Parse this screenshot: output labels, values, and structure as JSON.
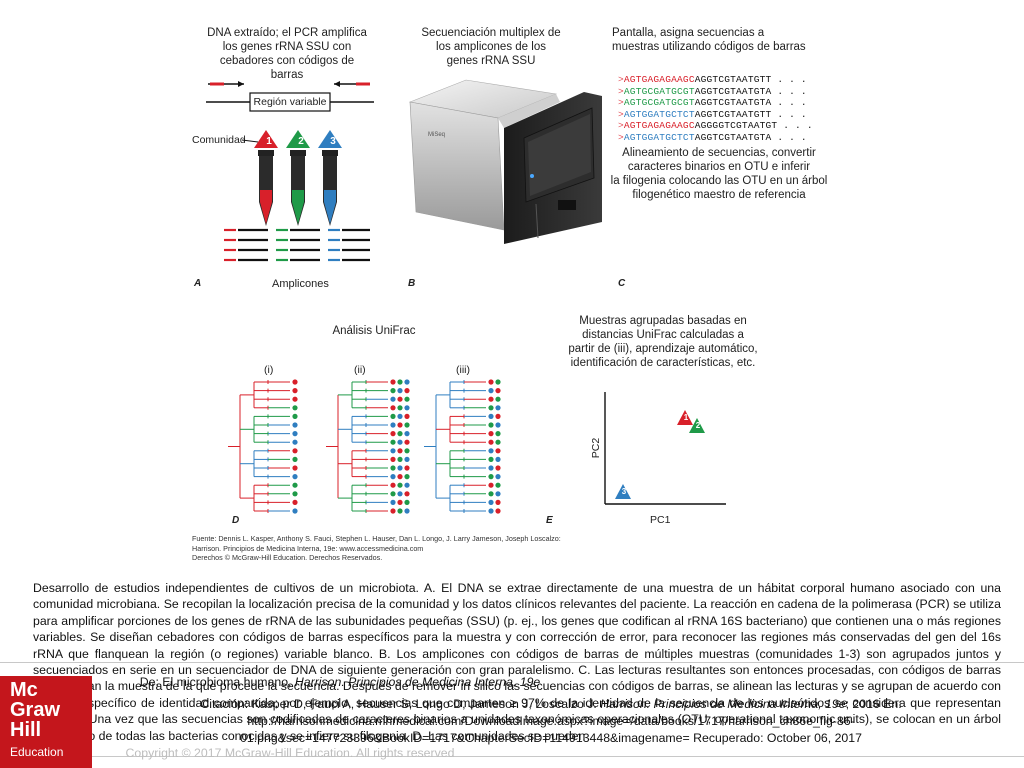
{
  "figure": {
    "panel_a": {
      "title": [
        "DNA extraído; el PCR amplifica",
        "los genes rRNA SSU con",
        "cebadores con códigos de barras"
      ],
      "region_label": "Región variable",
      "community_label": "Comunidad",
      "tube_numbers": [
        "1",
        "2",
        "3"
      ],
      "amplicons_label": "Amplicones",
      "letter": "A"
    },
    "panel_b": {
      "title": [
        "Secuenciación multiplex de",
        "los amplicones de los",
        "genes rRNA SSU"
      ],
      "device_brand": "MiSeq",
      "letter": "B"
    },
    "panel_c": {
      "title": [
        "Pantalla, asigna secuencias a",
        "muestras utilizando códigos de barras"
      ],
      "sequences": [
        {
          "barcode": "AGTGAGAGAAGC",
          "rest": "AGGTCGTAATGTT . . .",
          "color": "red"
        },
        {
          "barcode": "AGTGCGATGCGT",
          "rest": "AGGTCGTAATGTA . . .",
          "color": "green"
        },
        {
          "barcode": "AGTGCGATGCGT",
          "rest": "AGGTCGTAATGTA . . .",
          "color": "green"
        },
        {
          "barcode": "AGTGGATGCTCT",
          "rest": "AGGTCGTAATGTT . . .",
          "color": "blue"
        },
        {
          "barcode": "AGTGAGAGAAGC",
          "rest": "AGGGGTCGTAATGT . . .",
          "color": "red"
        },
        {
          "barcode": "AGTGGATGCTCT",
          "rest": "AGGTCGTAATGTA . . .",
          "color": "blue"
        }
      ],
      "note": [
        "Alineamiento de secuencias, convertir",
        "caracteres binarios en OTU e inferir",
        "la filogenia colocando las OTU en un árbol",
        "filogenético maestro de referencia"
      ],
      "letter": "C"
    },
    "panel_d": {
      "title": "Análisis UniFrac",
      "trees": [
        "(i)",
        "(ii)",
        "(iii)"
      ],
      "letter": "D"
    },
    "panel_e": {
      "title": [
        "Muestras agrupadas basadas en",
        "distancias UniFrac calculadas a",
        "partir de (iii), aprendizaje automático,",
        "identificación de características, etc."
      ],
      "ylabel": "PC2",
      "xlabel": "PC1",
      "points": [
        "1",
        "2",
        "3"
      ],
      "letter": "E"
    },
    "source": [
      "Fuente: Dennis L. Kasper, Anthony S. Fauci, Stephen L. Hauser, Dan L. Longo, J. Larry Jameson, Joseph Loscalzo:",
      "Harrison. Principios de Medicina Interna, 19e: www.accessmedicina.com",
      "Derechos © McGraw-Hill Education. Derechos Reservados."
    ]
  },
  "description": "Desarrollo de estudios independientes de cultivos de un microbiota. A. El DNA se extrae directamente de una muestra de un hábitat corporal humano asociado con una comunidad microbiana. Se recopilan la localización precisa de la comunidad y los datos clínicos relevantes del paciente. La reacción en cadena de la polimerasa (PCR) se utiliza para amplificar porciones de los genes de rRNA de las subunidades pequeñas (SSU) (p. ej., los genes que codifican al rRNA 16S bacteriano) que contienen una o más regiones variables. Se diseñan cebadores con códigos de barras específicos para la muestra y con corrección de error, para reconocer las regiones más conservadas del gen del 16s rRNA que flanquean la región (o regiones) variable blanco. B. Los amplicones con códigos de barras de múltiples muestras (comunidades 1-3) son agrupados juntos y secuenciados en serie en un secuenciador de DNA de siguiente generación con gran paralelismo. C. Las lecturas resultantes son entonces procesadas, con códigos de barras que denotan la muestra de la que procede la secuencia. Después de remover in silico las secuencias con códigos de barras, se alinean las lecturas y se agrupan de acuerdo con un nivel específico de identidad compartida; por ejemplo, secuencias que comparten ≥ 97% de la identidad de la secuencia de los nucleótidos se considera que representan especies. Una vez que las secuencias son codificadas de caracteres binarios a unidades taxonómicas operacionales (OTU, operational taxonomic units), se colocan en un árbol filogenético de todas las bacterias conocidas y se infiere su filogenia. D. Las comunidades se pueden",
  "citation": {
    "from_prefix": "De: El microbioma humano, ",
    "from_book": "Harrison. Principios de Medicina Interna, 19e",
    "line2_prefix": "Citación: Kasper D, Fauci A, Hauser S, Longo D, Jameson J, Loscalzo J. ",
    "line2_book": "Harrison. Principios de Medicina Interna, 19e",
    "line2_suffix": "; 2016 En:",
    "line3": "http://harrisonmedicina.mhmedical.com/DownloadImage.aspx?image=/data/books/1717/harrison_ch86e_fig-86-",
    "line4": "01.png&sec=147723396&BookID=1717&ChapterSecID=114913448&imagename= Recuperado: October 06, 2017",
    "copyright": "Copyright © 2017 McGraw-Hill Education. All rights reserved"
  },
  "logo": {
    "lines": [
      "Mc",
      "Graw",
      "Hill",
      "Education"
    ],
    "color": "#c4161c"
  },
  "colors": {
    "red": "#d8202a",
    "green": "#1f9a48",
    "blue": "#2f7ec0"
  }
}
